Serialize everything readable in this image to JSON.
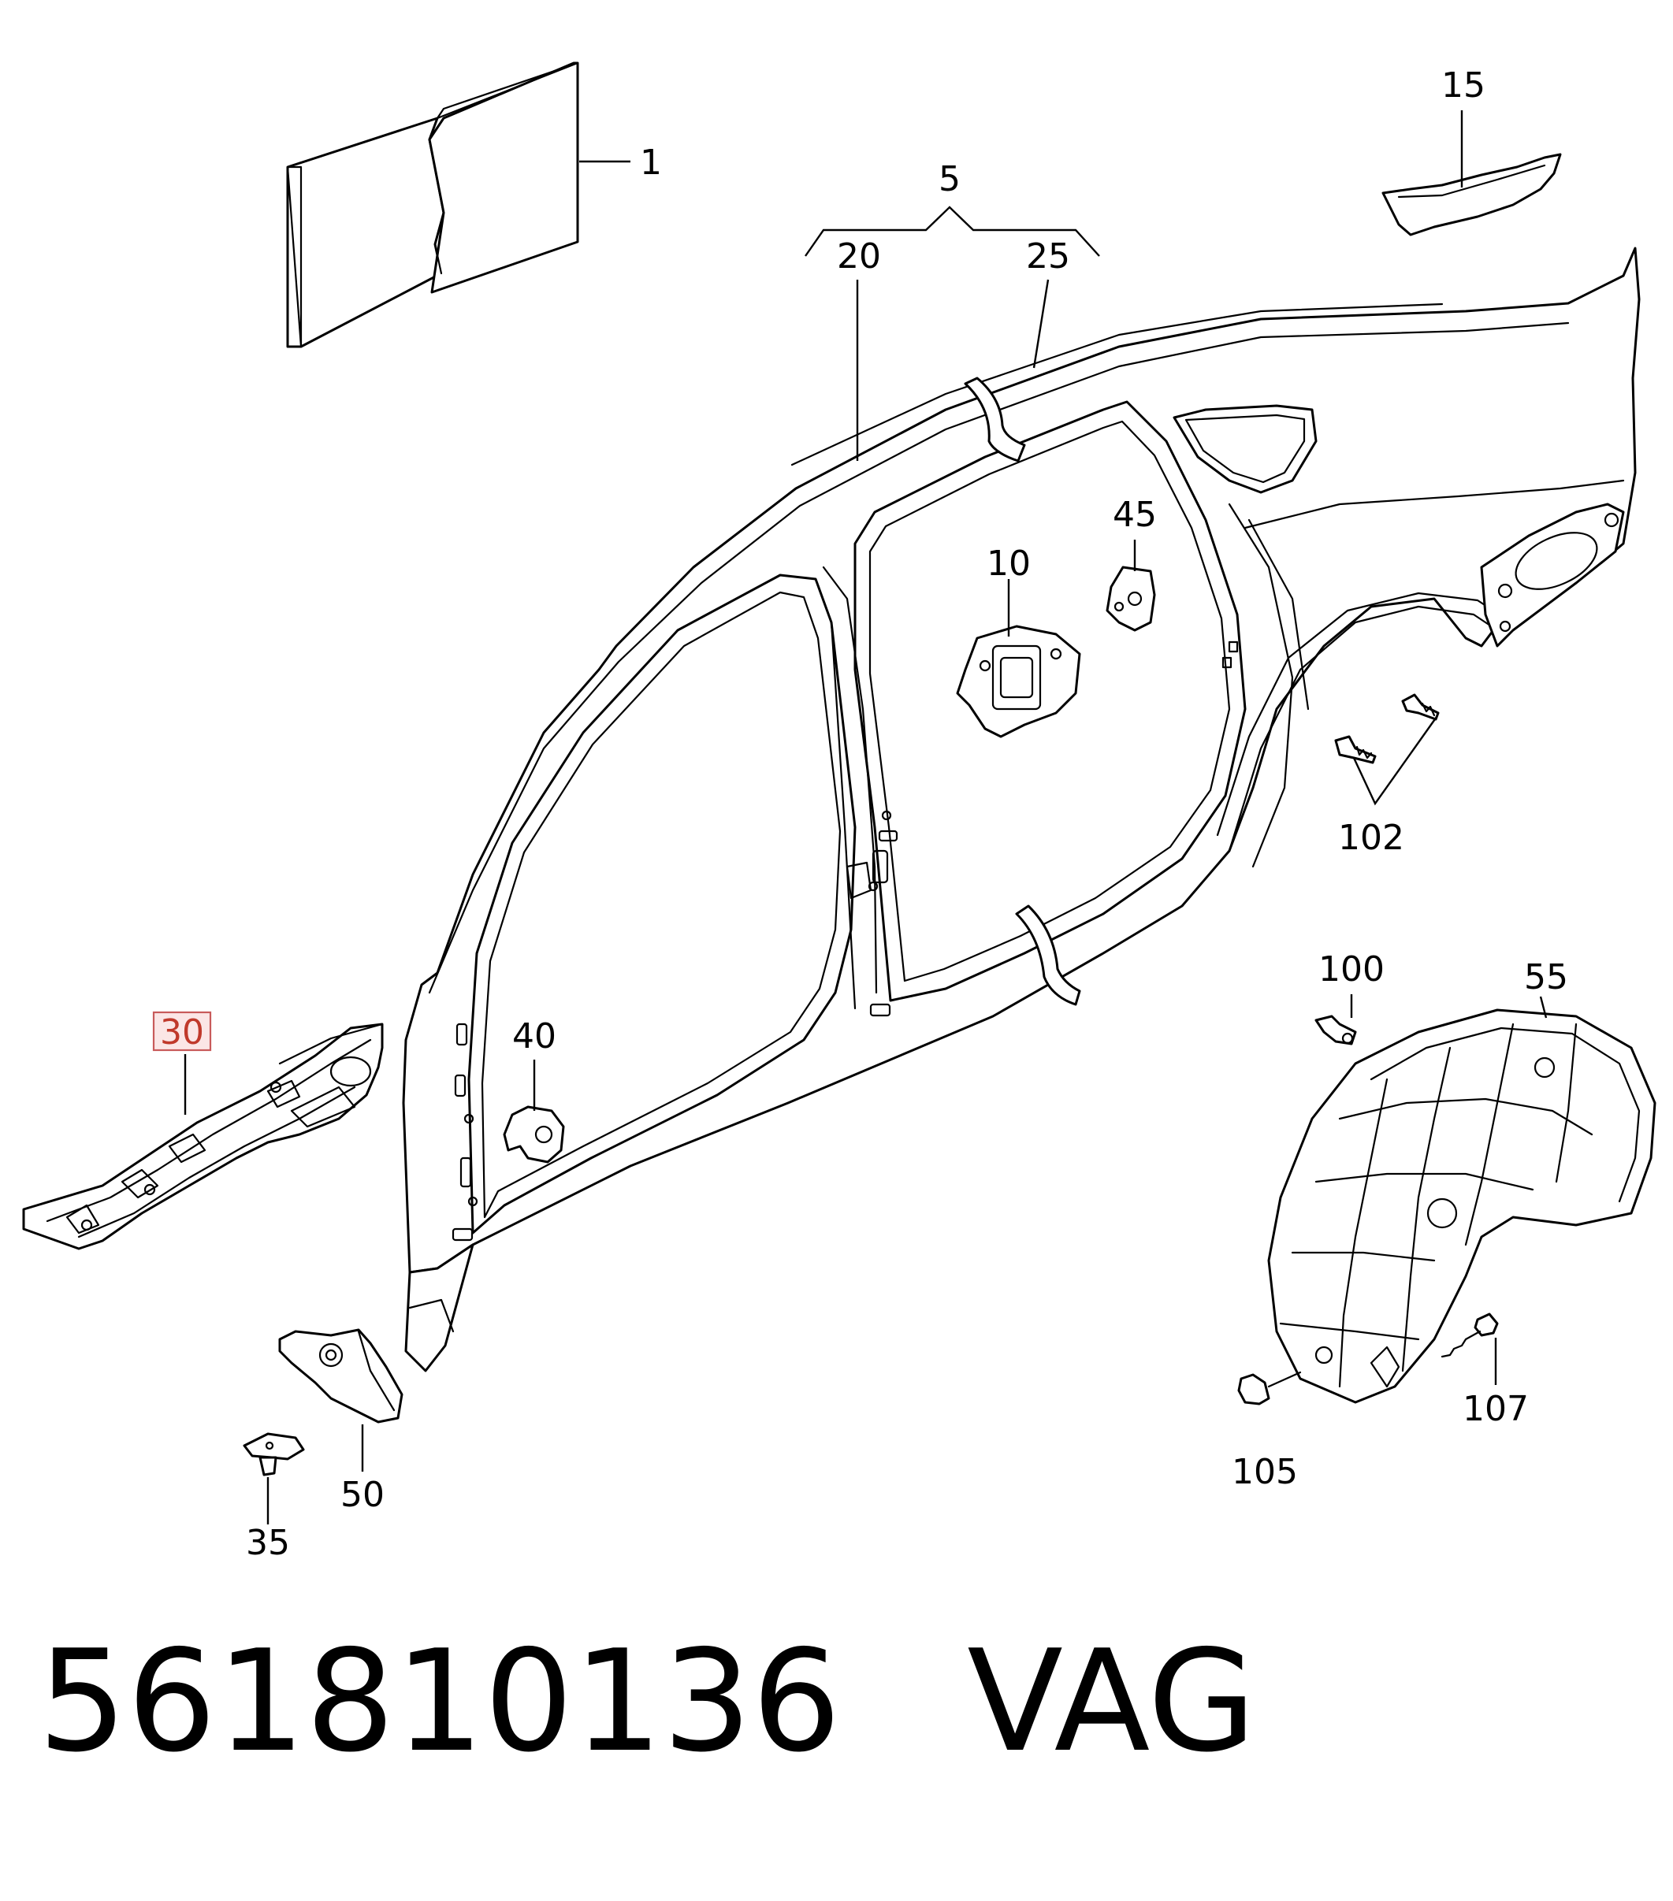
{
  "callouts": {
    "c1": "1",
    "c5": "5",
    "c10": "10",
    "c15": "15",
    "c20": "20",
    "c25": "25",
    "c30": "30",
    "c35": "35",
    "c40": "40",
    "c45": "45",
    "c50": "50",
    "c55": "55",
    "c100": "100",
    "c102": "102",
    "c105": "105",
    "c107": "107"
  },
  "highlighted_callout": "30",
  "footer": {
    "part_number": "561810136",
    "brand": "VAG"
  },
  "colors": {
    "line": "#000000",
    "background": "#ffffff",
    "highlight_border": "#c85a5a",
    "highlight_text": "#c0392b"
  }
}
